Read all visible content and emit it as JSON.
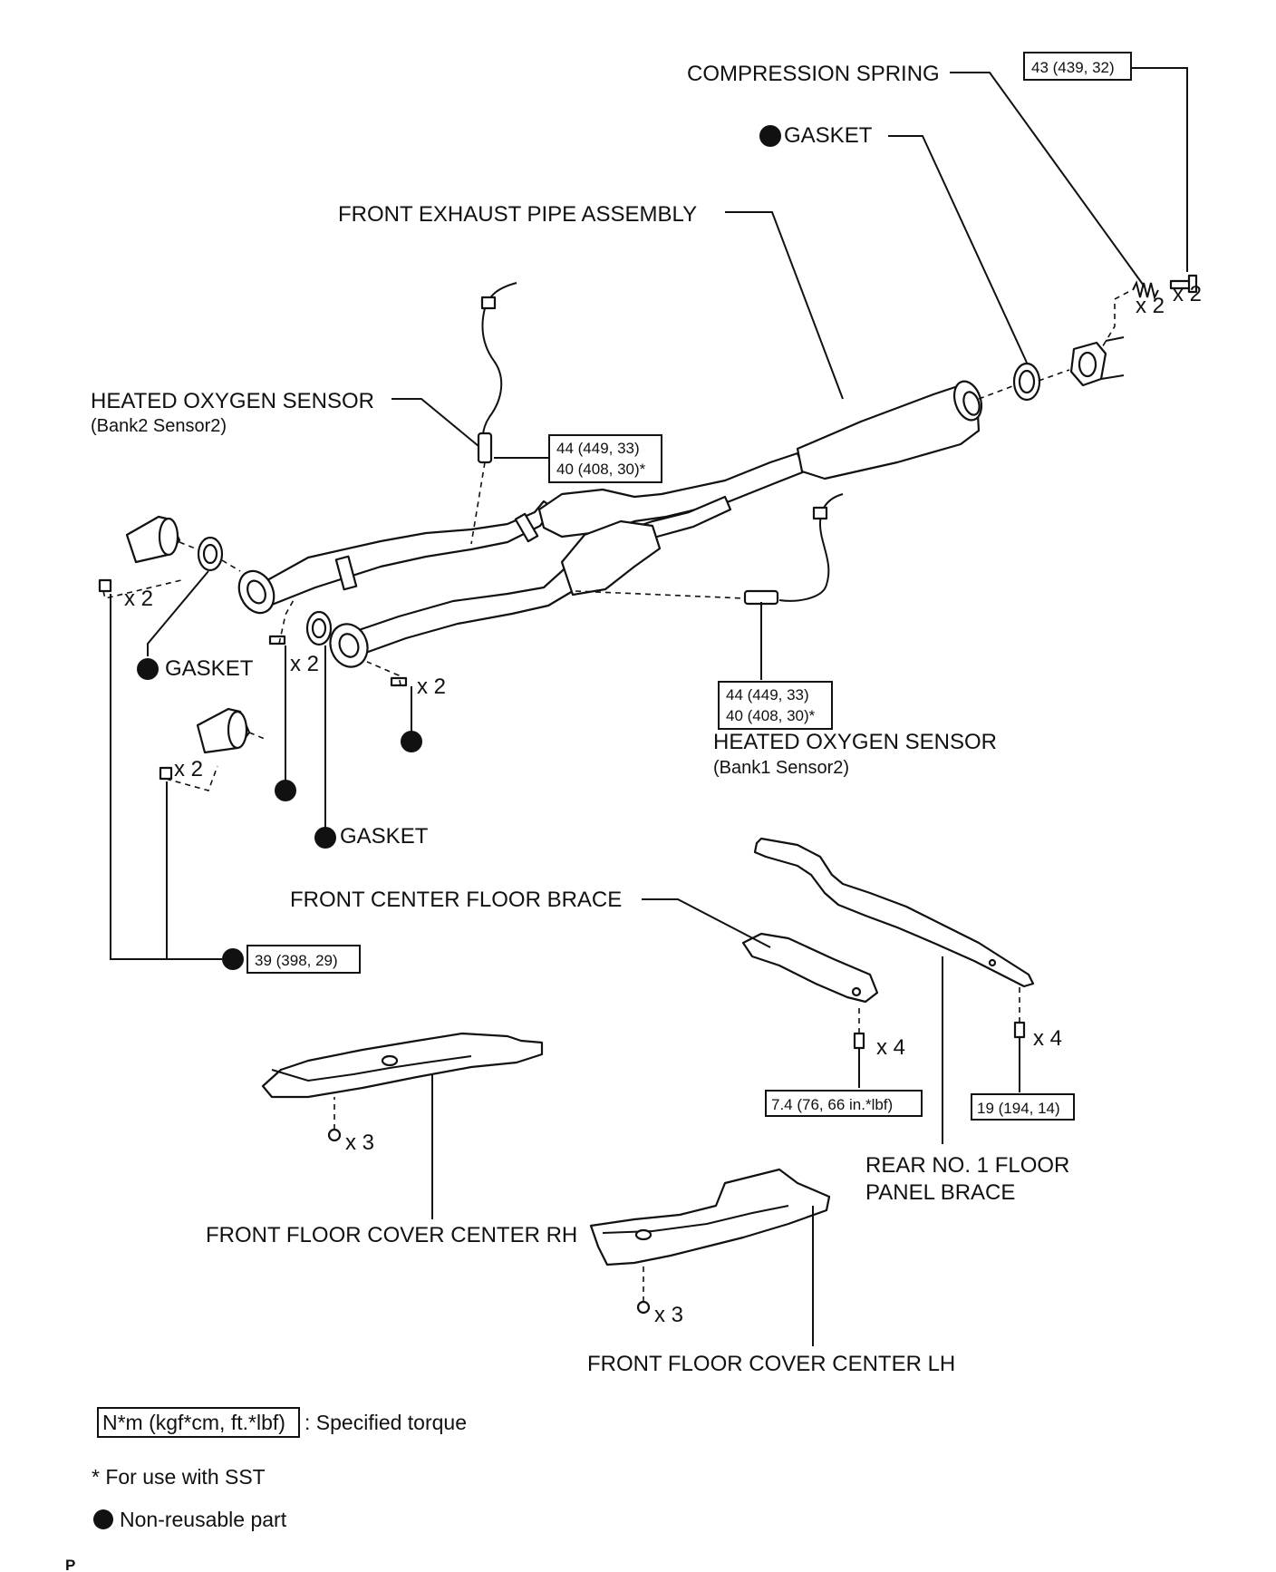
{
  "labels": {
    "compression_spring": "COMPRESSION SPRING",
    "gasket_top": "GASKET",
    "front_exhaust_pipe": "FRONT EXHAUST PIPE ASSEMBLY",
    "ho2_bank2": "HEATED OXYGEN SENSOR",
    "ho2_bank2_sub": "(Bank2 Sensor2)",
    "ho2_bank1": "HEATED OXYGEN SENSOR",
    "ho2_bank1_sub": "(Bank1 Sensor2)",
    "gasket_left": "GASKET",
    "gasket_bottom": "GASKET",
    "front_center_floor_brace": "FRONT CENTER FLOOR BRACE",
    "rear_no1_line1": "REAR NO. 1 FLOOR",
    "rear_no1_line2": "PANEL BRACE",
    "front_floor_cover_rh": "FRONT FLOOR COVER CENTER RH",
    "front_floor_cover_lh": "FRONT FLOOR COVER CENTER LH"
  },
  "torques": {
    "spring_bolt": "43 (439, 32)",
    "bank2_a": "44 (449, 33)",
    "bank2_b": "40 (408, 30)*",
    "bank1_a": "44 (449, 33)",
    "bank1_b": "40 (408, 30)*",
    "nuts": "39 (398, 29)",
    "center_brace": "7.4 (76, 66 in.*lbf)",
    "rear_brace": "19 (194, 14)"
  },
  "quantities": {
    "spring": "x 2",
    "spring_bolt": "x 2",
    "nut_upper": "x 2",
    "bolt_left": "x 2",
    "bolt_mid": "x 2",
    "nut_lower": "x 2",
    "center_brace_bolt": "x 4",
    "rear_brace_bolt": "x 4",
    "rh_nut": "x 3",
    "lh_nut": "x 3"
  },
  "legend": {
    "torque_box": "N*m (kgf*cm, ft.*lbf)",
    "torque_text": ": Specified torque",
    "sst_note": "* For use with SST",
    "nonreusable": "Non-reusable part"
  },
  "corner_mark": "P"
}
